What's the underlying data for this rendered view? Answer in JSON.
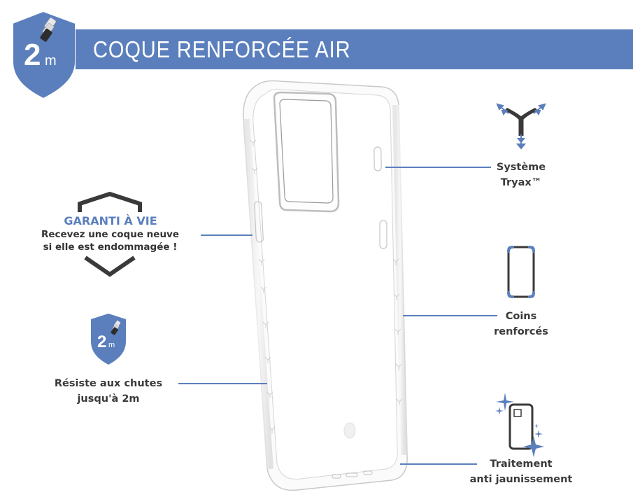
{
  "header": {
    "title": "COQUE RENFORCÉE AIR",
    "badge": {
      "number": "2",
      "unit": "m"
    }
  },
  "colors": {
    "accent": "#5b7fbd",
    "text_dark": "#333333",
    "icon_dark": "#3a3a3a"
  },
  "features_left": [
    {
      "id": "guarantee",
      "title": "GARANTI À VIE",
      "lines": [
        "Recevez une coque neuve",
        "si elle est endommagée !"
      ],
      "icon": "shield-outline-icon"
    },
    {
      "id": "drop",
      "badge": {
        "number": "2",
        "unit": "m"
      },
      "lines": [
        "Résiste aux chutes",
        "jusqu'à 2m"
      ],
      "icon": "shield-2m-icon"
    }
  ],
  "features_right": [
    {
      "id": "tryax",
      "lines": [
        "Système",
        "Tryax™"
      ],
      "icon": "tryax-arrows-icon"
    },
    {
      "id": "corners",
      "lines": [
        "Coins",
        "renforcés"
      ],
      "icon": "reinforced-corners-icon"
    },
    {
      "id": "anti-yellow",
      "lines": [
        "Traitement",
        "anti jaunissement"
      ],
      "icon": "sparkle-phone-icon"
    }
  ],
  "product": {
    "image": "clear-phone-case-image"
  }
}
